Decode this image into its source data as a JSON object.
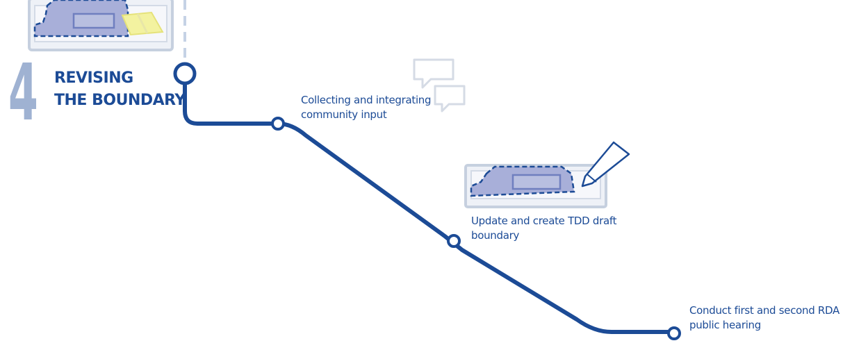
{
  "step": {
    "number": "4",
    "title_line1": "REVISING",
    "title_line2": "THE BOUNDARY"
  },
  "milestones": [
    {
      "label": "Collecting and integrating\ncommunity input",
      "icon": "speech-bubbles-icon"
    },
    {
      "label": "Update and create TDD draft\nboundary",
      "icon": "map-with-pencil-icon"
    },
    {
      "label": "Conduct first and second RDA\npublic hearing",
      "icon": ""
    }
  ],
  "colors": {
    "path": "#1c4b96",
    "number": "#9fb2d2",
    "dashed_line": "#c5d2e5",
    "icon_outline": "#c6d0df",
    "map_fill": "#a8afd9",
    "highlight": "#f3f2a0"
  }
}
